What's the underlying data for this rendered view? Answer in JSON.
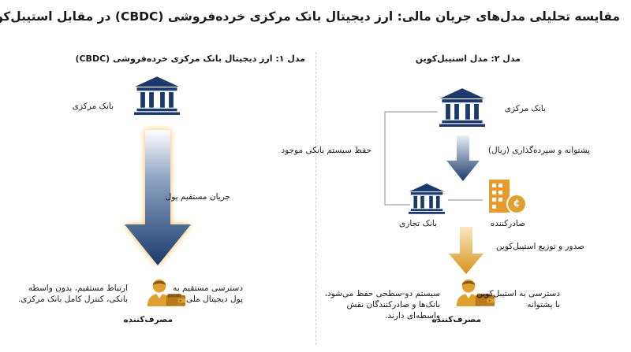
{
  "title": "مقایسه تحلیلی مدل‌های جریان مالی: ارز دیجیتال بانک مرکزی خرده‌فروشی (CBDC) در مقابل استیبل‌کوین",
  "colors": {
    "navy": "#1b3a6b",
    "gold": "#e0a030",
    "brick": "#e89a2c"
  },
  "left": {
    "heading": "مدل ۱: ارز دیجیتال بانک مرکزی خرده‌فروشی (CBDC)",
    "central_bank_label": "بانک مرکزی",
    "flow_label": "جریان مستقیم پول",
    "access_label": [
      "دسترسی مستقیم به",
      "پول دیجیتال ملی"
    ],
    "note": [
      "ارتباط مستقیم، بدون واسطه",
      "بانکی، کنترل کامل بانک مرکزی."
    ],
    "consumer_label": "مصرف‌کننده",
    "icons": [
      "bank-icon",
      "consumer-icon",
      "wallet-icon"
    ]
  },
  "right": {
    "heading": "مدل ۲: مدل استیبل‌کوین",
    "central_bank_label": "بانک مرکزی",
    "backing_label": "پشتوانه و سپرده‌گذاری (ریال)",
    "banking_label": "حفظ سیستم بانکی موجود",
    "commercial_bank_label": "بانک تجاری",
    "issuer_label": "صادرکننده",
    "issue_label": "صدور و توزیع استیبل‌کوین",
    "access_label": [
      "دسترسی به استیبل‌کوین",
      "با پشتوانه"
    ],
    "note": [
      "سیستم دو-سطحی حفظ می‌شود،",
      "بانک‌ها و صادرکنندگان نقش",
      "واسطه‌ای دارند."
    ],
    "consumer_label": "مصرف‌کننده",
    "issuer_coin_symbol": "¢",
    "icons": [
      "bank-icon",
      "building-icon",
      "coin-icon",
      "consumer-icon",
      "wallet-icon"
    ]
  }
}
